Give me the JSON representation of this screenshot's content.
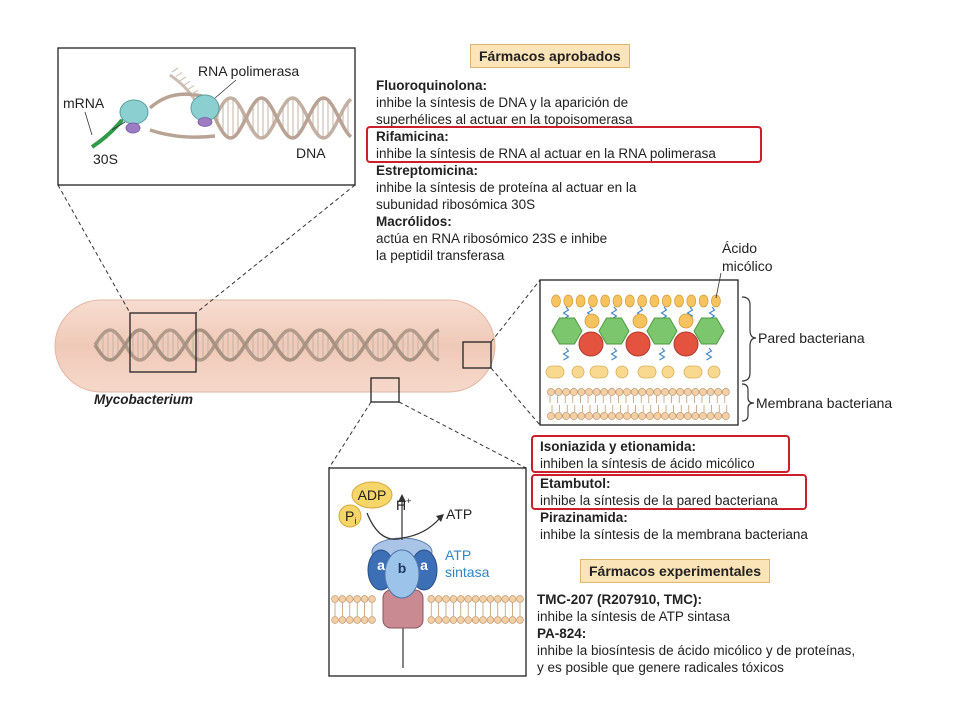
{
  "inset_transcription": {
    "mrna": "mRNA",
    "s30": "30S",
    "rna_polymerase": "RNA polimerasa",
    "dna": "DNA"
  },
  "organism": "Mycobacterium",
  "approved": {
    "title": "Fármacos aprobados",
    "drugs": [
      {
        "name": "Fluoroquinolona:",
        "lines": [
          "inhibe la síntesis de DNA y la aparición de",
          "superhélices al actuar en la topoisomerasa"
        ]
      },
      {
        "name": "Rifamicina:",
        "lines": [
          "inhibe la síntesis de RNA al actuar en la RNA polimerasa"
        ]
      },
      {
        "name": "Estreptomicina:",
        "lines": [
          "inhibe la síntesis de proteína al actuar en la",
          "subunidad ribosómica 30S"
        ]
      },
      {
        "name": "Macrólidos:",
        "lines": [
          "actúa en RNA ribosómico 23S e inhibe",
          "la peptidil transferasa"
        ]
      }
    ]
  },
  "wall_inset": {
    "mycolic_acid": [
      "Ácido",
      "micólico"
    ],
    "cell_wall": "Pared bacteriana",
    "membrane": "Membrana bacteriana"
  },
  "wall_drugs": [
    {
      "name": "Isoniazida y etionamida:",
      "line": "inhiben la síntesis de ácido micólico"
    },
    {
      "name": "Etambutol:",
      "line": "inhibe la síntesis de la pared bacteriana"
    },
    {
      "name": "Pirazinamida:",
      "line": "inhibe la síntesis de la membrana bacteriana"
    }
  ],
  "atp_inset": {
    "adp": "ADP",
    "pi_main": "P",
    "pi_sub": "i",
    "h_plus": "H",
    "h_sup": "+",
    "atp": "ATP",
    "synthase": [
      "ATP",
      "sintasa"
    ],
    "sub_a": "a",
    "sub_b": "b"
  },
  "experimental": {
    "title": "Fármacos experimentales",
    "drugs": [
      {
        "name": "TMC-207 (R207910, TMC):",
        "lines": [
          "inhibe la síntesis de ATP sintasa"
        ]
      },
      {
        "name": "PA-824:",
        "lines": [
          "inhibe la biosíntesis de ácido micólico y de proteínas,",
          "y es posible que genere radicales tóxicos"
        ]
      }
    ]
  },
  "colors": {
    "highlight": "#cc1f2a",
    "bacterium_fill": "#f3cfc0",
    "label_box": "#fbe4b8",
    "dna_strand": "#b8a394",
    "ribosome": "#8ccfd0",
    "hexagon": "#7cc66d",
    "red_circle": "#e4533f",
    "orange_circle": "#f6c35f",
    "synthase_blue": "#3d6fb6",
    "synthase_text": "#2f86c6"
  }
}
